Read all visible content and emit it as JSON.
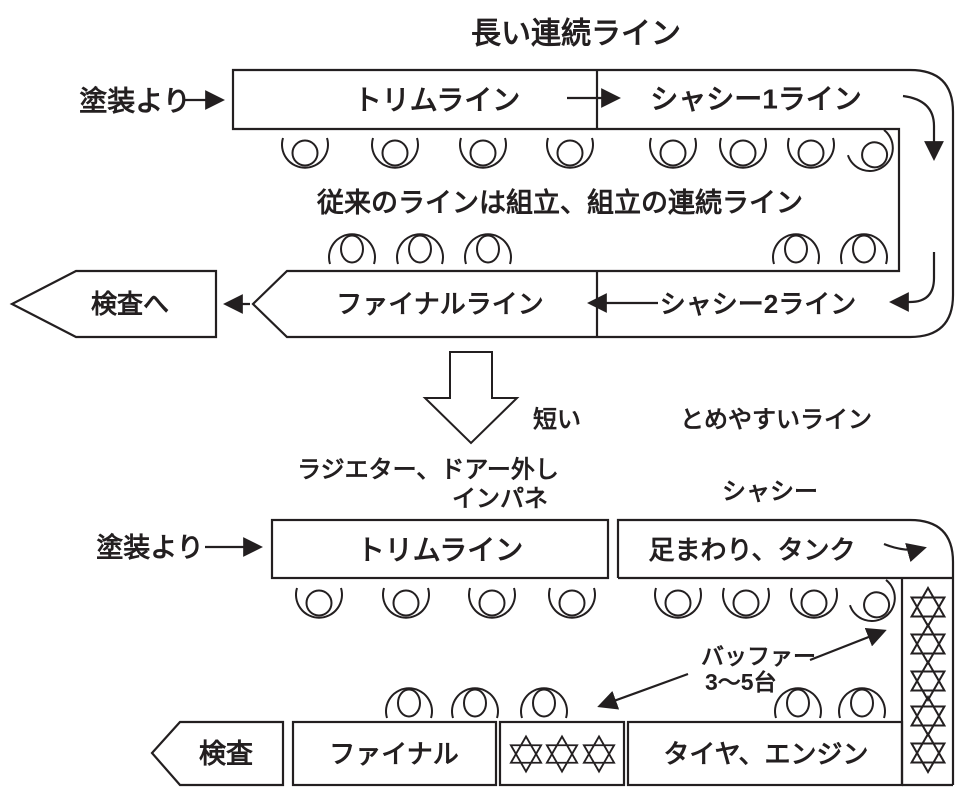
{
  "colors": {
    "line": "#231f20",
    "background": "#ffffff"
  },
  "top_diagram": {
    "title": "長い連続ライン",
    "input_label": "塗装より",
    "trim_line_label": "トリムライン",
    "chassis1_label": "シャシー1ライン",
    "note": "従来のラインは組立、組立の連続ライン",
    "final_line_label": "ファイナルライン",
    "chassis2_label": "シャシー2ライン",
    "to_inspection_label": "検査へ"
  },
  "transition": {
    "short_label": "短い",
    "easy_stop_label": "とめやすいライン"
  },
  "bottom_diagram": {
    "trim_note_line1": "ラジエター、ドアー外し",
    "trim_note_line2": "インパネ",
    "chassis_note": "シャシー",
    "input_label": "塗装より",
    "trim_line_label": "トリムライン",
    "underbody_tank_label": "足まわり、タンク",
    "buffer_label": "バッファー",
    "buffer_count_label": "3〜5台",
    "inspection_label": "検査",
    "final_label": "ファイナル",
    "tire_engine_label": "タイヤ、エンジン"
  },
  "symbols": {
    "worker_icon": "worker-station-icon",
    "buffer_icon": "hexagram-star-icon",
    "top_trim_workers": 4,
    "top_chassis1_workers": 4,
    "top_final_workers": 3,
    "top_chassis2_workers": 2,
    "bottom_trim_workers": 4,
    "bottom_underbody_workers": 4,
    "bottom_final_workers": 3,
    "bottom_tire_workers": 2,
    "buffer_column_stars": 5,
    "buffer_box_stars": 3
  }
}
